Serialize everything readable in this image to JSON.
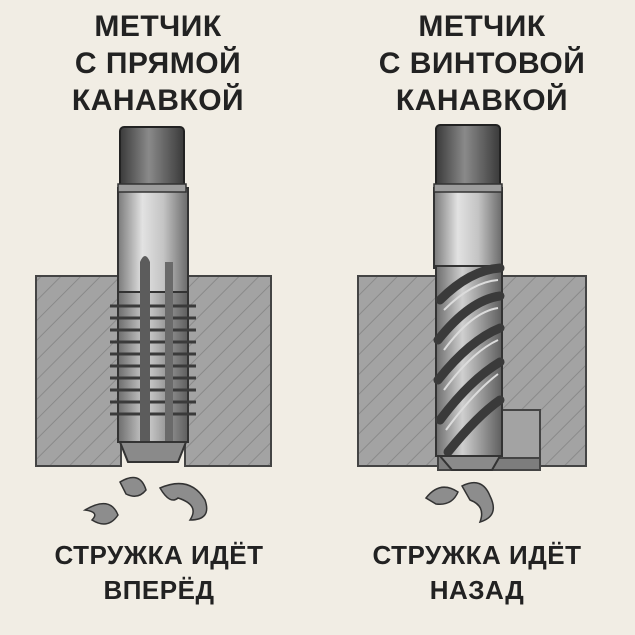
{
  "panels": [
    {
      "title": [
        "МЕТЧИК",
        "С ПРЯМОЙ",
        "КАНАВКОЙ"
      ],
      "caption": [
        "СТРУЖКА ИДЁТ",
        "ВПЕРЁД"
      ]
    },
    {
      "title": [
        "МЕТЧИК",
        "С ВИНТОВОЙ",
        "КАНАВКОЙ"
      ],
      "caption": [
        "СТРУЖКА ИДЁТ",
        "НАЗАД"
      ]
    }
  ],
  "colors": {
    "background": "#f1ede4",
    "workpiece": "#a3a3a3",
    "tap_metal": "#b9b9b9",
    "tap_dark": "#555555",
    "text": "#222222"
  }
}
